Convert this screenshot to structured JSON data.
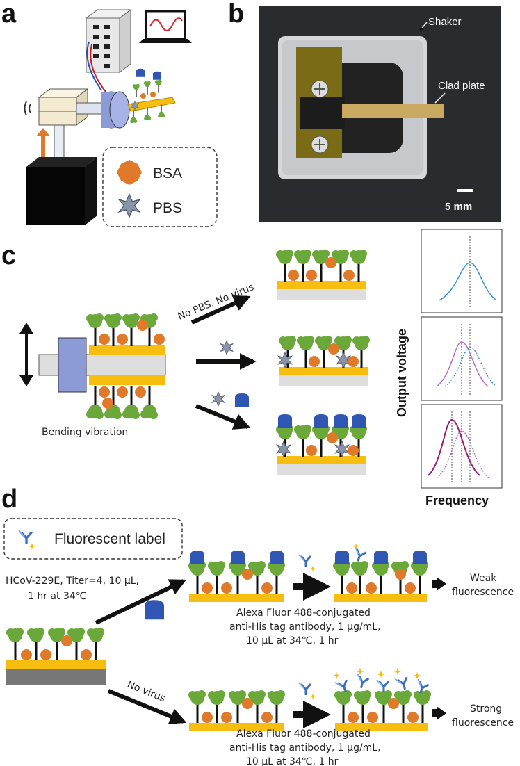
{
  "panels": {
    "a": "a",
    "b": "b",
    "c": "c",
    "d": "d"
  },
  "panel_a": {
    "legend": {
      "bsa": "BSA",
      "pbs": "PBS"
    }
  },
  "panel_b": {
    "shaker": "Shaker",
    "clad_plate": "Clad plate",
    "scale": "5 mm"
  },
  "panel_c": {
    "bending": "Bending vibration",
    "no_pbs": "No PBS, No virus",
    "ylabel": "Output voltage",
    "xlabel": "Frequency"
  },
  "panel_d": {
    "legend": "Fluorescent label",
    "sample": [
      "HCoV-229E, Titer=4, 10 μL,",
      "1 hr at 34℃"
    ],
    "no_virus": "No virus",
    "antibody_top": [
      "Alexa Fluor 488-conjugated",
      "anti-His tag antibody, 1 μg/mL,",
      "10 μL at 34℃, 1 hr"
    ],
    "antibody_bottom": [
      "Alexa Fluor 488-conjugated",
      "anti-His tag antibody, 1 μg/mL,",
      "10 μL at 34℃, 1 hr"
    ],
    "weak": [
      "Weak",
      "fluorescence"
    ],
    "strong": [
      "Strong",
      "fluorescence"
    ]
  },
  "colors": {
    "gold": "#f7bd0f",
    "bsa": "#e07a2a",
    "receptor": "#6aa83a",
    "virus": "#2f56b3",
    "pbs": "#8a94a8",
    "curve1": "#3a8fd6",
    "curve2": "#b56bd0",
    "curve3": "#9a1f6a"
  }
}
